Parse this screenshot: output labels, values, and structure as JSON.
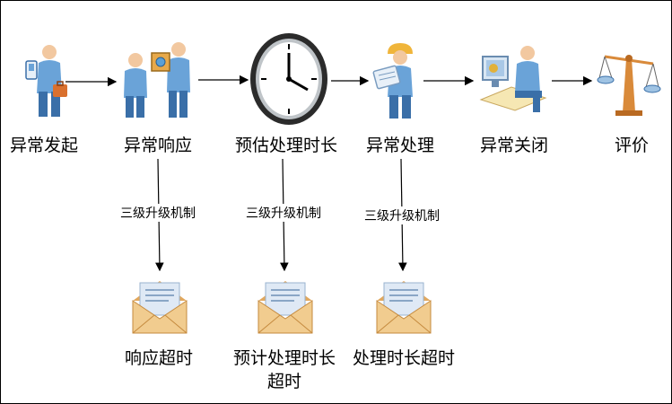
{
  "steps": [
    {
      "label": "异常发起",
      "icon": "person-phone-briefcase-icon"
    },
    {
      "label": "异常响应",
      "icon": "people-handover-box-icon"
    },
    {
      "label": "预估处理时长",
      "icon": "clock-icon"
    },
    {
      "label": "异常处理",
      "icon": "person-worker-clipboard-icon"
    },
    {
      "label": "异常关闭",
      "icon": "person-computer-desk-icon"
    },
    {
      "label": "评价",
      "icon": "balance-scale-icon"
    }
  ],
  "escalations": [
    {
      "rule": "三级升级机制",
      "outcome": "响应超时"
    },
    {
      "rule": "三级升级机制",
      "outcome_line1": "预计处理时长",
      "outcome_line2": "超时"
    },
    {
      "rule": "三级升级机制",
      "outcome": "处理时长超时"
    }
  ],
  "colors": {
    "person": "#6aa3d8",
    "person_dark": "#3a6fa8",
    "skin": "#f2c8a0",
    "envelope": "#f1cc8f",
    "envelope_flap": "#e2a85e",
    "letter": "#dfe9f5",
    "scale": "#d98a3a",
    "arrow": "#000000"
  }
}
